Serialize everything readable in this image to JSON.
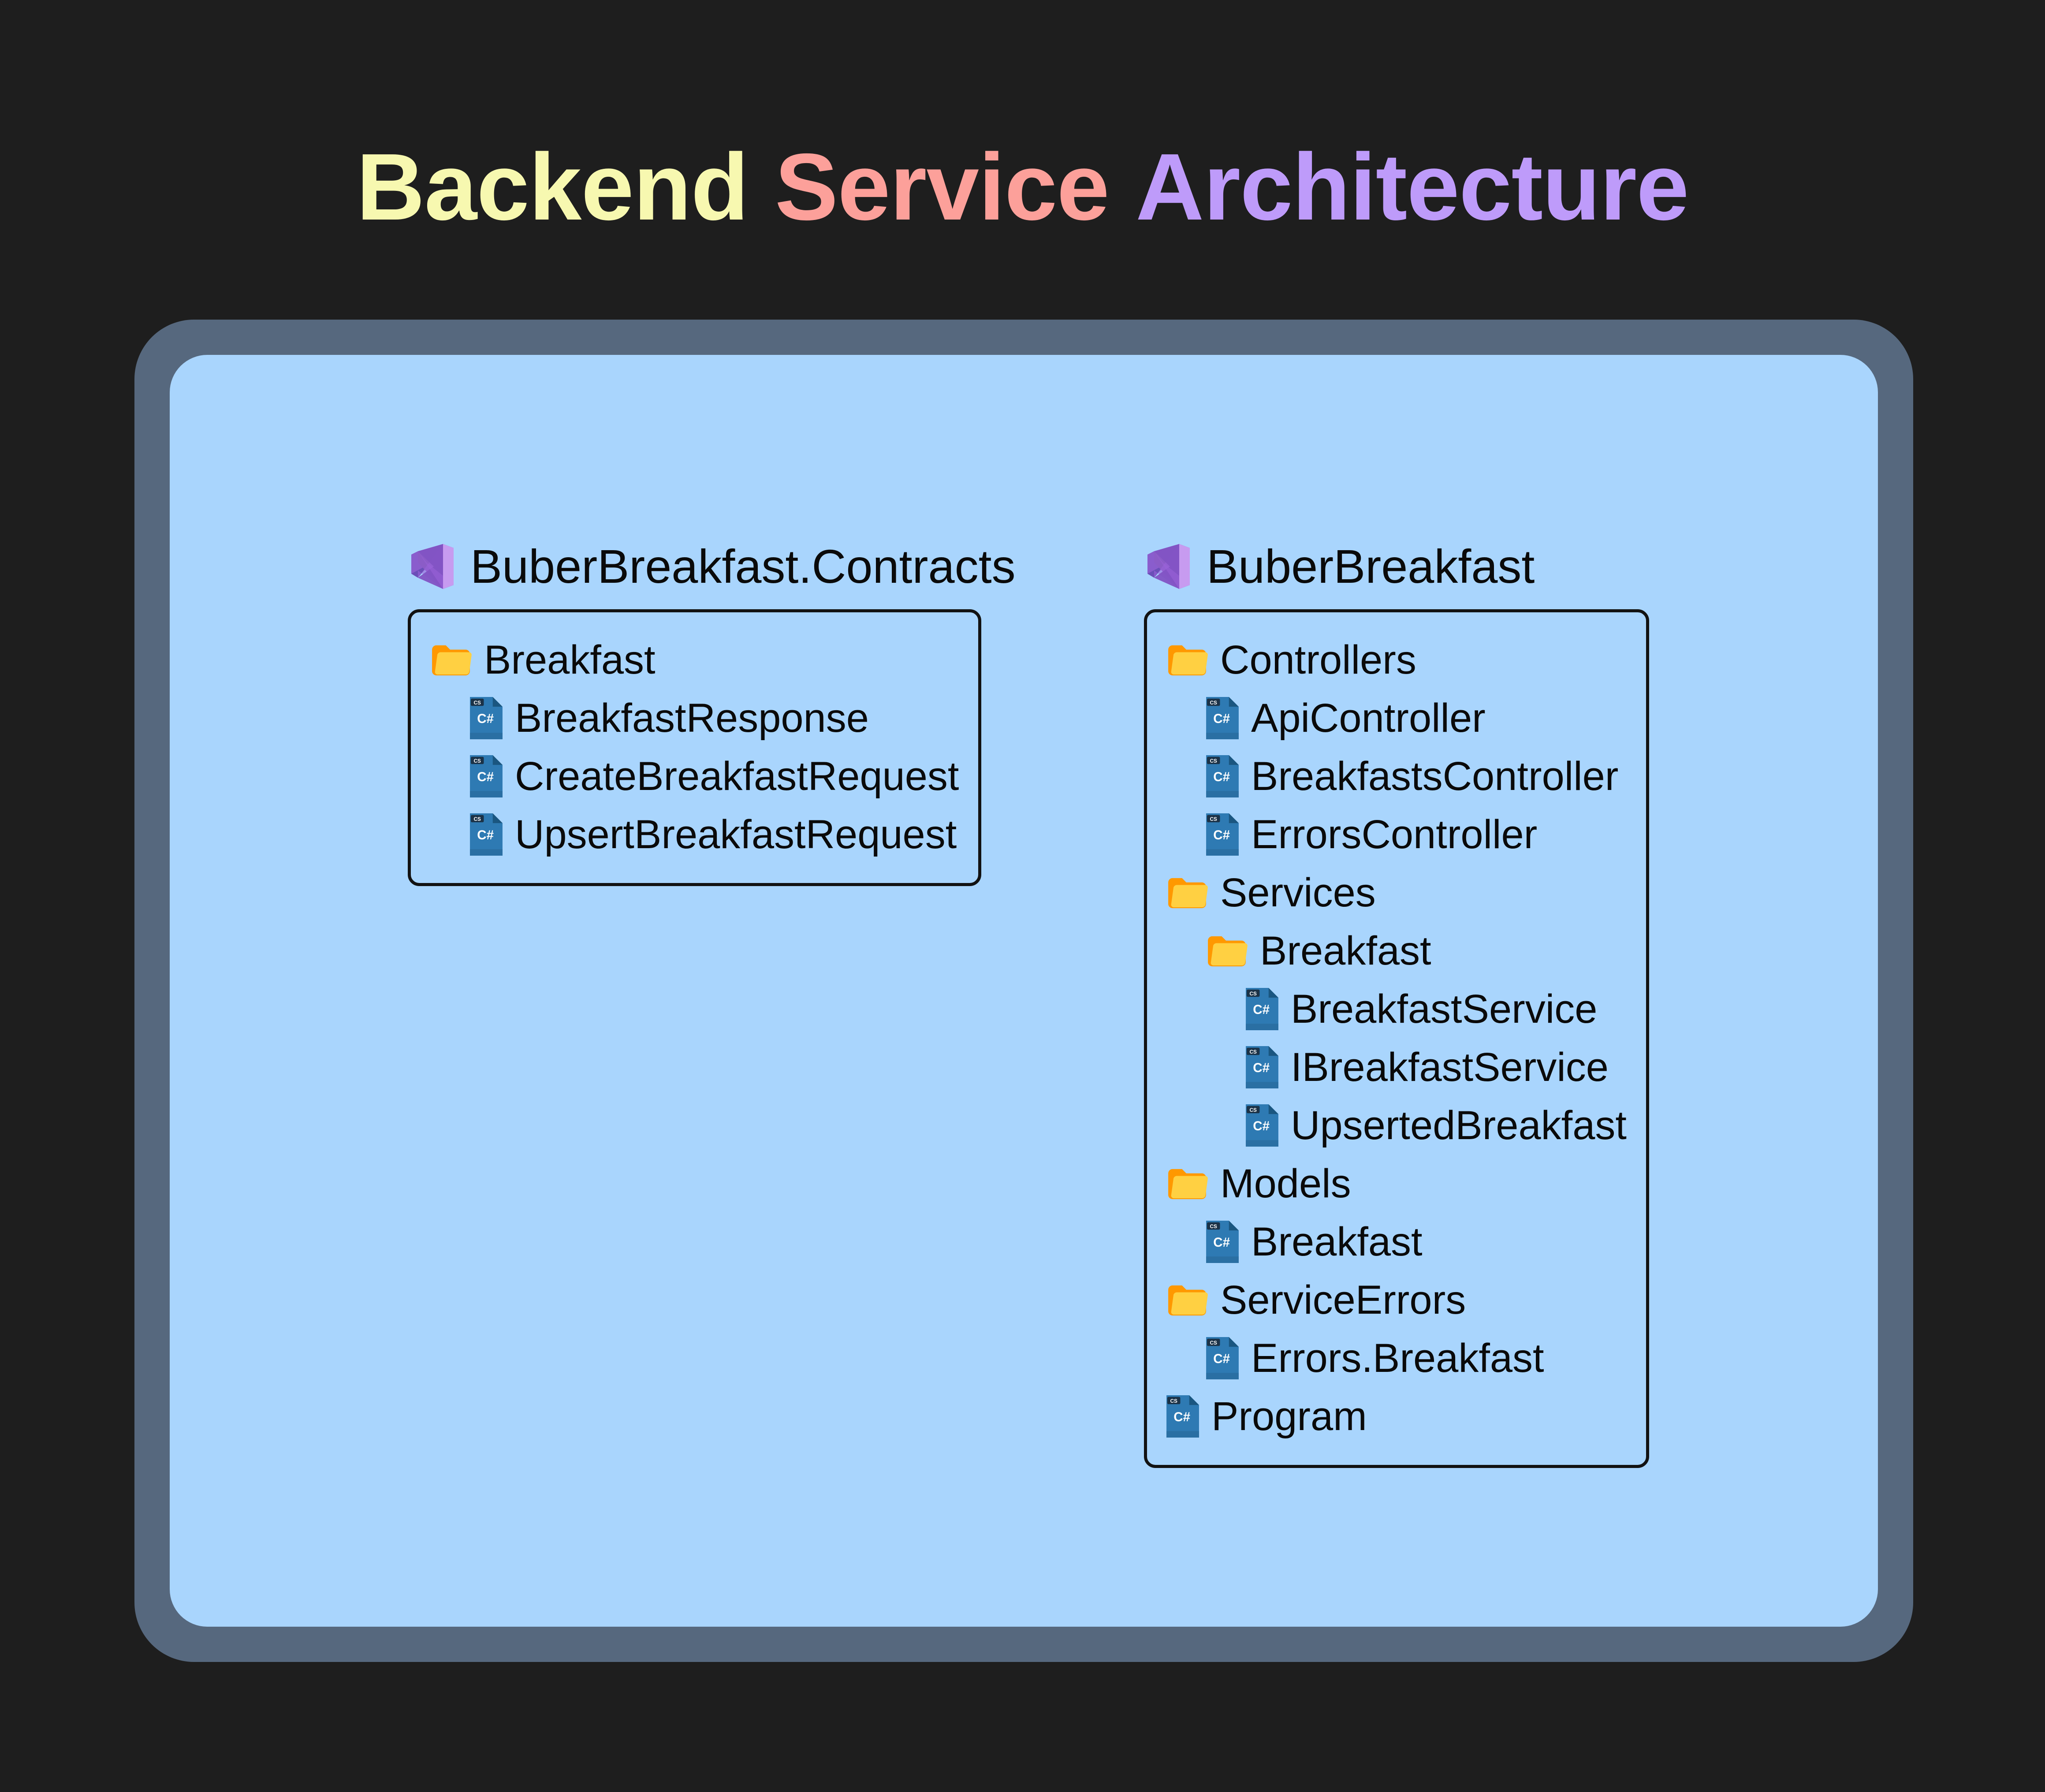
{
  "page": {
    "background_color": "#1e1e1e",
    "frame_color": "#56687e",
    "canvas_color": "#a9d5fd"
  },
  "title": {
    "segments": [
      {
        "text": "Backend",
        "color": "#f7f8b0"
      },
      {
        "text": "Service",
        "color": "#fca09a"
      },
      {
        "text": "Architecture",
        "color": "#be9bfa"
      }
    ]
  },
  "icons": {
    "visual_studio": "visual-studio-icon",
    "folder": "folder-icon",
    "csharp_file": "csharp-file-icon",
    "csharp_badge": "CS",
    "csharp_label": "C#"
  },
  "projects": [
    {
      "id": "contracts",
      "name": "BuberBreakfast.Contracts",
      "tree": [
        {
          "kind": "folder",
          "indent": 0,
          "label": "Breakfast"
        },
        {
          "kind": "file",
          "indent": 1,
          "label": "BreakfastResponse"
        },
        {
          "kind": "file",
          "indent": 1,
          "label": "CreateBreakfastRequest"
        },
        {
          "kind": "file",
          "indent": 1,
          "label": "UpsertBreakfastRequest"
        }
      ]
    },
    {
      "id": "main",
      "name": "BuberBreakfast",
      "tree": [
        {
          "kind": "folder",
          "indent": 0,
          "label": "Controllers"
        },
        {
          "kind": "file",
          "indent": 1,
          "label": "ApiController"
        },
        {
          "kind": "file",
          "indent": 1,
          "label": "BreakfastsController"
        },
        {
          "kind": "file",
          "indent": 1,
          "label": "ErrorsController"
        },
        {
          "kind": "folder",
          "indent": 0,
          "label": "Services"
        },
        {
          "kind": "folder",
          "indent": 1,
          "label": "Breakfast"
        },
        {
          "kind": "file",
          "indent": 2,
          "label": "BreakfastService"
        },
        {
          "kind": "file",
          "indent": 2,
          "label": "IBreakfastService"
        },
        {
          "kind": "file",
          "indent": 2,
          "label": "UpsertedBreakfast"
        },
        {
          "kind": "folder",
          "indent": 0,
          "label": "Models"
        },
        {
          "kind": "file",
          "indent": 1,
          "label": "Breakfast"
        },
        {
          "kind": "folder",
          "indent": 0,
          "label": "ServiceErrors"
        },
        {
          "kind": "file",
          "indent": 1,
          "label": "Errors.Breakfast"
        },
        {
          "kind": "file",
          "indent": 0,
          "label": "Program"
        }
      ]
    }
  ]
}
